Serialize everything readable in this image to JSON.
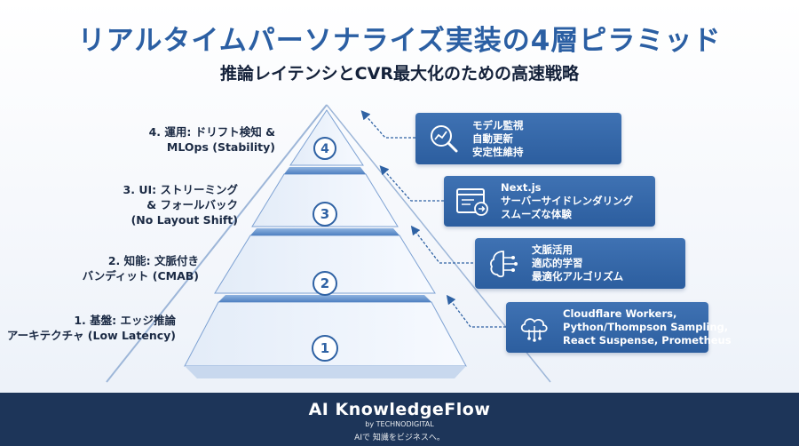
{
  "header": {
    "title": "リアルタイムパーソナライズ実装の4層ピラミッド",
    "subtitle": "推論レイテンシとCVR最大化のための高速戦略"
  },
  "layers": [
    {
      "number": "4",
      "label": "4. 運用: ドリフト検知 &\nMLOps (Stability)",
      "icon": "monitor-chart-icon",
      "lines": [
        "モデル監視",
        "自動更新",
        "安定性維持"
      ]
    },
    {
      "number": "3",
      "label": "3. UI: ストリーミング\n& フォールバック\n(No Layout Shift)",
      "icon": "browser-window-icon",
      "lines": [
        "Next.js",
        "サーバーサイドレンダリング",
        "スムーズな体験"
      ]
    },
    {
      "number": "2",
      "label": "2. 知能: 文脈付き\nバンディット (CMAB)",
      "icon": "brain-circuit-icon",
      "lines": [
        "文脈活用",
        "適応的学習",
        "最適化アルゴリズム"
      ]
    },
    {
      "number": "1",
      "label": "1. 基盤: エッジ推論\nアーキテクチャ (Low Latency)",
      "icon": "cloud-upload-icon",
      "lines": [
        "Cloudflare Workers,",
        "Python/Thompson Sampling,",
        "React Suspense, Prometheus"
      ]
    }
  ],
  "footer": {
    "brand": "AI KnowledgeFlow",
    "by": "by TECHNODIGITAL",
    "tagline": "AIで 知識をビジネスへ。"
  },
  "colors": {
    "title": "#2b5fa3",
    "box": "#2f62a4",
    "footer": "#1d3559",
    "pyramid_face": "#f4f8fd",
    "pyramid_band": "#6f9bd4"
  }
}
